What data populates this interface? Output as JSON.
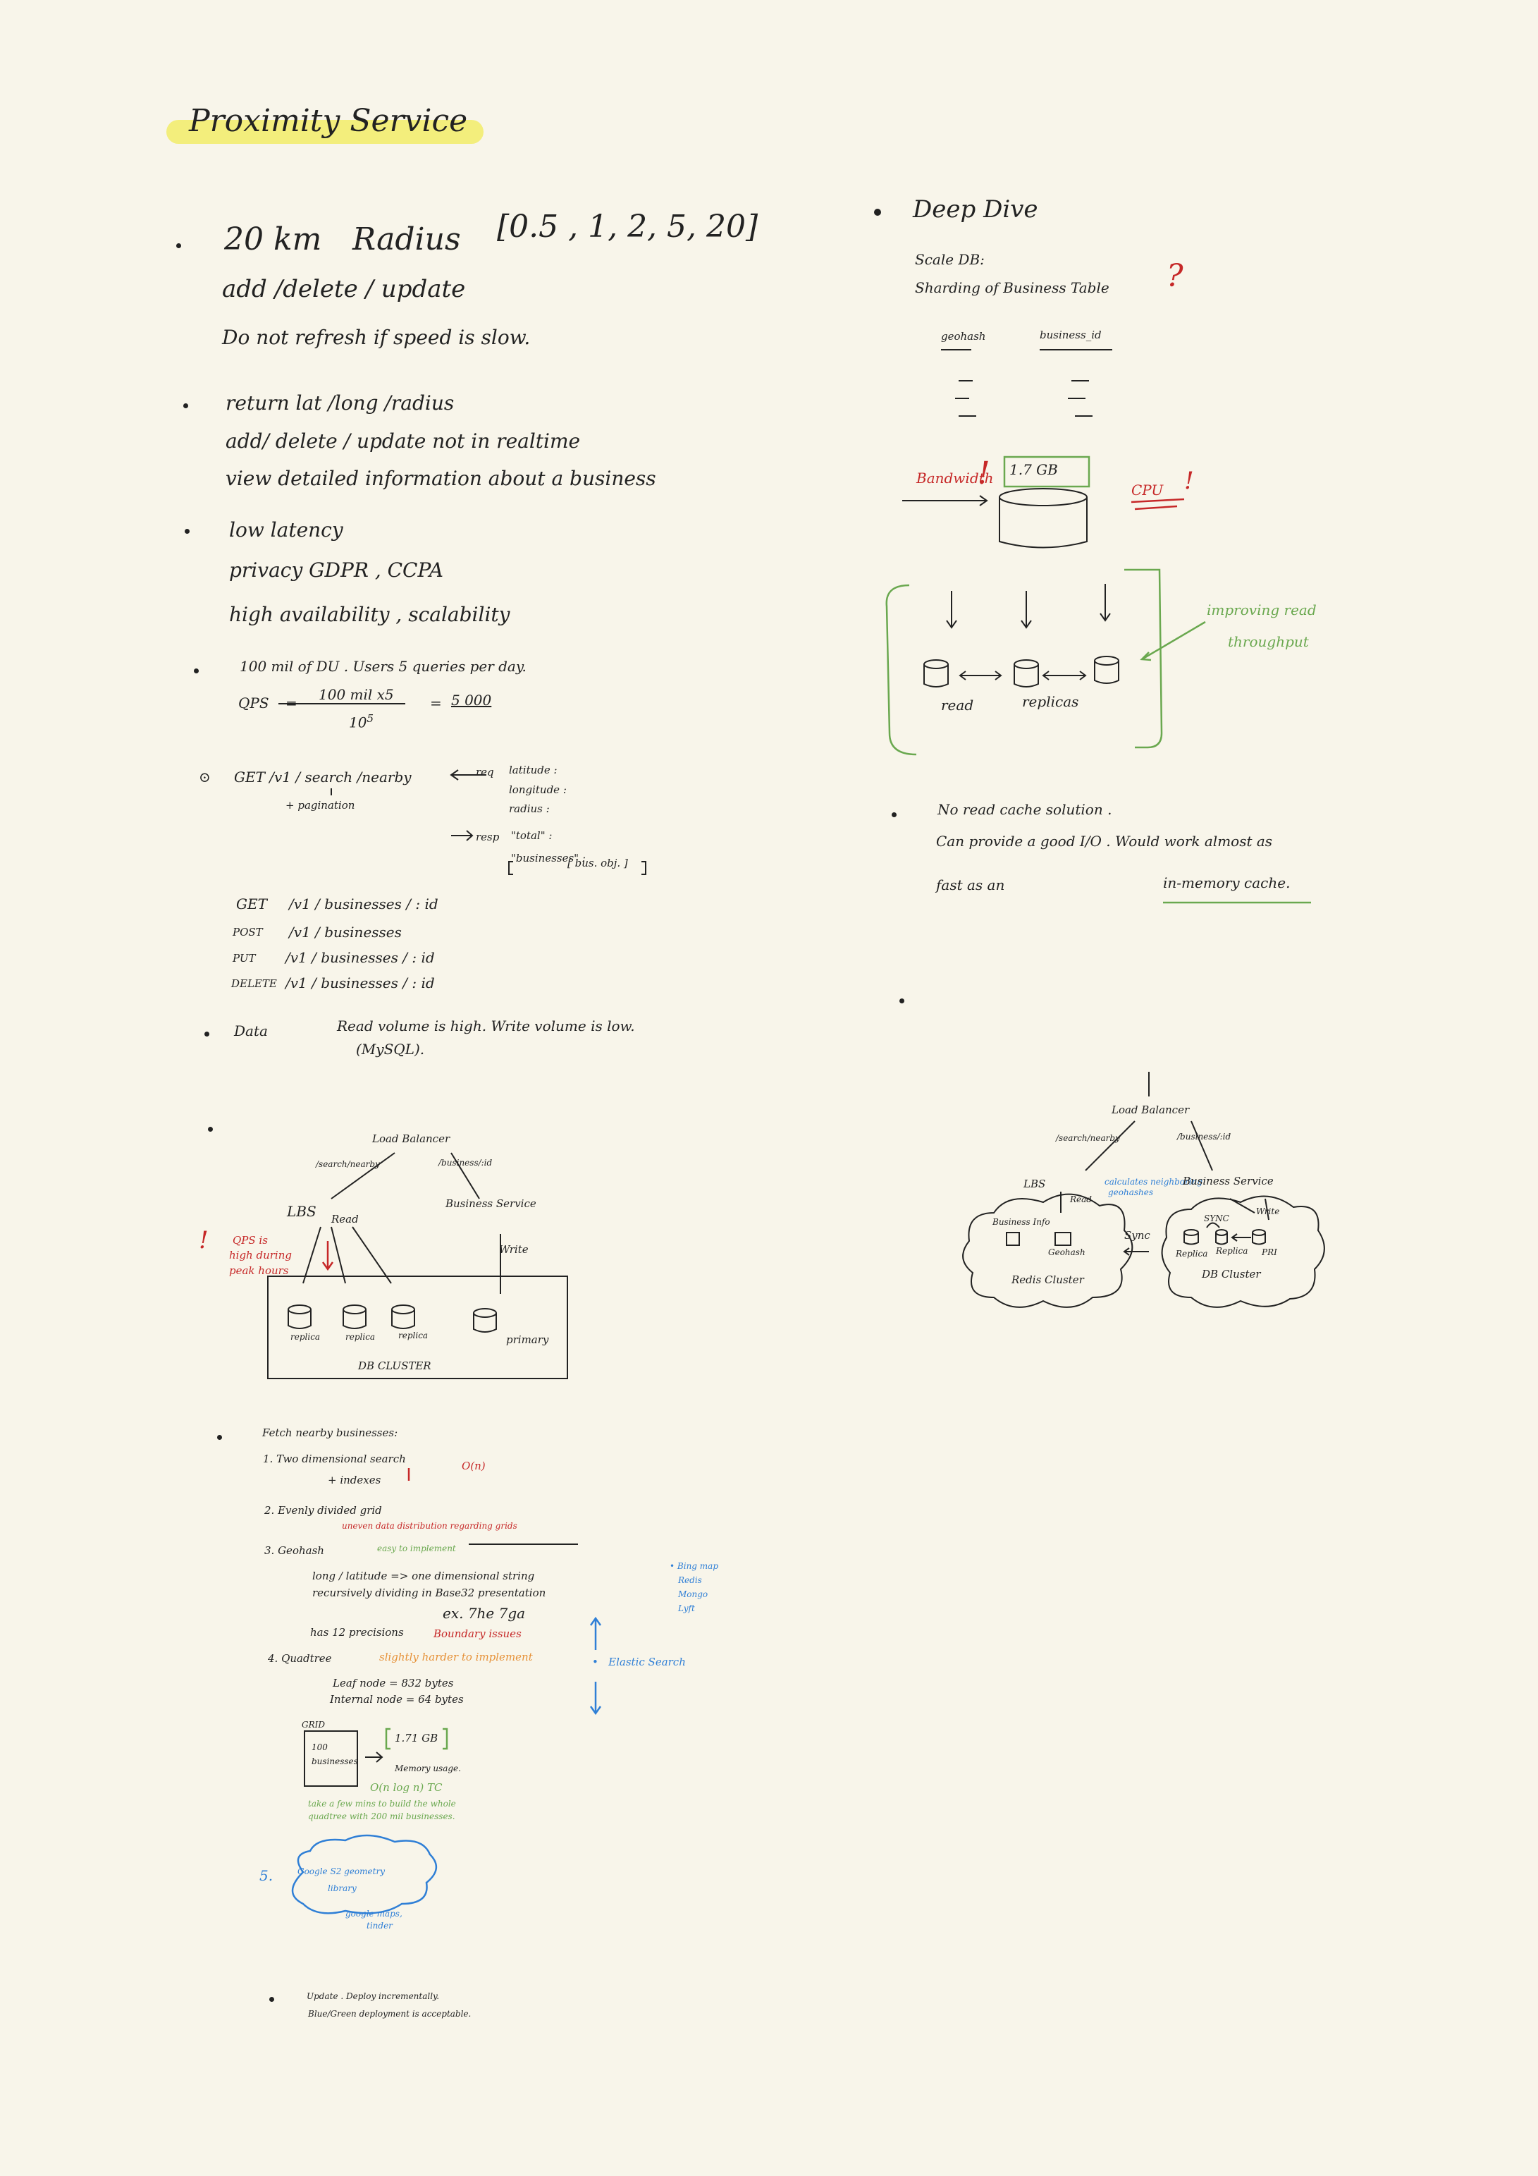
{
  "title": "Proximity Service",
  "left": {
    "req1": {
      "line1": "20 km",
      "line1b": "Radius",
      "bracket": "[0.5 , 1, 2, 5, 20]",
      "line2": "add /delete / update",
      "line3": "Do not refresh if speed is slow."
    },
    "req2": {
      "line1": "return lat /long /radius",
      "line2": "add/ delete / update not in realtime",
      "line3": "view detailed information about a business"
    },
    "req3": {
      "line1": "low latency",
      "line2": "privacy GDPR , CCPA",
      "line3": "high availability , scalability"
    },
    "qps": {
      "line1": "100 mil of DU . Users 5 queries per day.",
      "label": "QPS",
      "eq": "=",
      "num": "100 mil x5",
      "den": "10",
      "den_exp": "5",
      "eq2": "=",
      "result": "5 000"
    },
    "api": {
      "get": "GET /v1 / search /nearby",
      "pagination": "+ pagination",
      "req": "req",
      "req_params": [
        "latitude :",
        "longitude :",
        "radius :"
      ],
      "resp": "resp",
      "resp_total": "\"total\" :",
      "resp_biz": "\"businesses\" :",
      "resp_biz_obj": "[ bus. obj. ]",
      "endpoints": [
        {
          "m": "GET",
          "p": "/v1 / businesses / : id"
        },
        {
          "m": "POST",
          "p": "/v1 / businesses"
        },
        {
          "m": "PUT",
          "p": "/v1 / businesses / : id"
        },
        {
          "m": "DELETE",
          "p": "/v1 / businesses / : id"
        }
      ]
    },
    "data": {
      "label": "Data",
      "line1": "Read volume is high. Write volume is low.",
      "line2": "(MySQL)."
    },
    "diag": {
      "lb": "Load Balancer",
      "route1": "/search/nearby",
      "route2": "/business/:id",
      "lbs": "LBS",
      "read": "Read",
      "bs": "Business Service",
      "write": "Write",
      "qps_note": [
        "QPS is",
        "high during",
        "peak hours"
      ],
      "cyl": [
        "replica",
        "replica",
        "replica",
        "primary"
      ],
      "cluster": "DB CLUSTER"
    },
    "fetch": {
      "title": "Fetch nearby businesses:",
      "i1": "1. Two dimensional search",
      "i1b": "+ indexes",
      "i1c": "O(n)",
      "i2": "2. Evenly divided grid",
      "i2b": "uneven data distribution regarding grids",
      "i3": "3. Geohash",
      "i3a": "easy to implement",
      "i3b": "long / latitude => one dimensional string",
      "i3c": "recursively dividing in Base32 presentation",
      "i3d": "ex. 7he 7ga",
      "i3e": "has 12 precisions",
      "i3f": "Boundary issues",
      "i4": "4. Quadtree",
      "i4a": "slightly harder to implement",
      "i4b": "Leaf node = 832 bytes",
      "i4c": "Internal node = 64 bytes",
      "grid": "GRID",
      "grid_in": [
        "100",
        "businesses"
      ],
      "mem": "1.71 GB",
      "mem_note": "Memory usage.",
      "olog": "O(n log n) TC",
      "olog_note": "take a few mins to build the whole",
      "olog_note2": "quadtree with 200 mil businesses.",
      "side": [
        "Bing map",
        "Redis",
        "Mongo",
        "Lyft"
      ],
      "es": "Elastic Search",
      "i5": "5.",
      "i5a": "Google S2 geometry",
      "i5b": "library",
      "i5c": "google maps,",
      "i5d": "tinder"
    },
    "update": {
      "line1": "Update . Deploy incrementally.",
      "line2": "Blue/Green deployment is acceptable."
    }
  },
  "right": {
    "deep": "Deep Dive",
    "scale": "Scale DB:",
    "shard": "Sharding of Business Table",
    "qmark": "?",
    "cols": [
      "geohash",
      "business_id"
    ],
    "bandwidth": "Bandwidth",
    "bang": "!",
    "gb": "1.7 GB",
    "cpu": "CPU",
    "cpu_bang": "!",
    "replicas": [
      "read",
      "replicas"
    ],
    "improve": "improving read",
    "improve2": "throughput",
    "nread": {
      "line1": "No read cache solution .",
      "line2": "Can provide a good I/O . Would work almost as",
      "line3": "fast as an",
      "line3b": "in-memory cache."
    },
    "diag2": {
      "lb": "Load Balancer",
      "route1": "/search/nearby",
      "route2": "/business/:id",
      "lbs": "LBS",
      "calc": "calculates neighboring",
      "calc2": "geohashes",
      "read": "Read",
      "bs": "Business Service",
      "write": "Write",
      "binfo": "Business Info",
      "geohash": "Geohash",
      "sync": "Sync",
      "sync2": "SYNC",
      "replica": "Replica",
      "pri": "PRI",
      "redis": "Redis Cluster",
      "db": "DB Cluster"
    }
  },
  "colors": {
    "highlight": "#f3ee7c",
    "red": "#c62828",
    "green": "#6aa84f",
    "blue": "#2f7fd6",
    "orange": "#e69138",
    "paper": "#f8f5ea"
  }
}
